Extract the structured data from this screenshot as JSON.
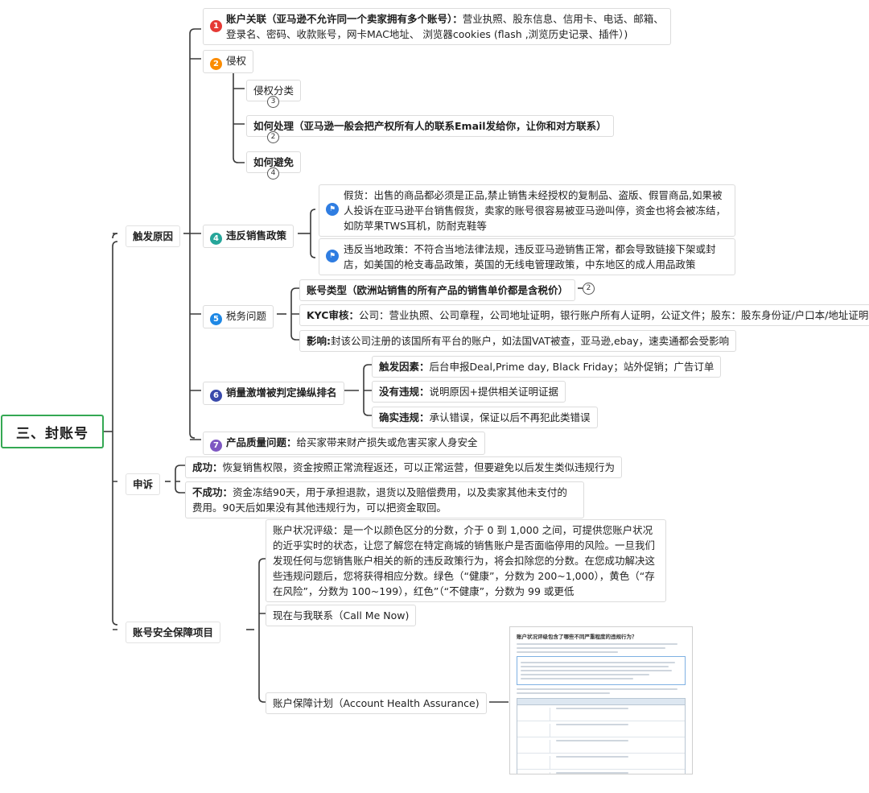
{
  "root": {
    "label": "三、封账号"
  },
  "branches": {
    "trigger": {
      "label": "触发原因"
    },
    "appeal": {
      "label": "申诉"
    },
    "security": {
      "label": "账号安全保障项目"
    }
  },
  "trigger": {
    "n1": {
      "num": "1",
      "color": "#e53935",
      "lead": "账户关联（亚马逊不允许同一个卖家拥有多个账号）：",
      "rest": "营业执照、股东信息、信用卡、电话、邮箱、登录名、密码、收款账号，",
      "tail": "网卡MAC地址、 浏览器cookies (flash ,浏览历史记录、插件）)"
    },
    "n2": {
      "num": "2",
      "color": "#fb8c00",
      "label": "侵权",
      "children": [
        {
          "label": "侵权分类",
          "badge": "3"
        },
        {
          "label": "如何处理（亚马逊一般会把产权所有人的联系Email发给你，让你和对方联系）",
          "badge": "2"
        },
        {
          "label": "如何避免",
          "badge": "4"
        }
      ]
    },
    "n4": {
      "num": "4",
      "color": "#26a69a",
      "label": "违反销售政策",
      "children": [
        {
          "text": "假货：出售的商品都必须是正品,禁止销售未经授权的复制品、盗版、假冒商品,如果被人投诉在亚马逊平台销售假货，卖家的账号很容易被亚马逊叫停，资金也将会被冻结，如防苹果TWS耳机，防耐克鞋等"
        },
        {
          "text": "违反当地政策：不符合当地法律法规，违反亚马逊销售正常，都会导致链接下架或封店，如美国的枪支毒品政策，英国的无线电管理政策，中东地区的成人用品政策"
        }
      ]
    },
    "n5": {
      "num": "5",
      "color": "#1e88e5",
      "label": "税务问题",
      "children": [
        {
          "lead": "",
          "text": "账号类型（欧洲站销售的所有产品的销售单价都是含税价）",
          "badge": "2"
        },
        {
          "lead": "KYC审核：",
          "text": "公司：营业执照、公司章程，公司地址证明，银行账户所有人证明，公证文件；股东：股东身份证/户口本/地址证明"
        },
        {
          "lead": "影响:",
          "text": "封该公司注册的该国所有平台的账户，如法国VAT被查，亚马逊,ebay，速卖通都会受影响"
        }
      ]
    },
    "n6": {
      "num": "6",
      "color": "#3949ab",
      "label": "销量激增被判定操纵排名",
      "children": [
        {
          "lead": "触发因素：",
          "text": "后台申报Deal,Prime day, Black Friday；站外促销；广告订单"
        },
        {
          "lead": "没有违规：",
          "text": "说明原因+提供相关证明证据"
        },
        {
          "lead": "确实违规：",
          "text": "承认错误，保证以后不再犯此类错误"
        }
      ]
    },
    "n7": {
      "num": "7",
      "color": "#7e57c2",
      "label": "产品质量问题：",
      "rest": "给买家带来财产损失或危害买家人身安全"
    }
  },
  "appeal": {
    "success": {
      "lead": "成功：",
      "text": "恢复销售权限，资金按照正常流程返还，可以正常运营，但要避免以后发生类似违规行为"
    },
    "fail": {
      "lead": "不成功：",
      "text": "资金冻结90天，用于承担退款，退货以及赔偿费用，以及卖家其他未支付的费用。90天后如果没有其他违规行为，可以把资金取回。"
    }
  },
  "security": {
    "rating": {
      "text": "账户状况评级：是一个以颜色区分的分数，介于 0 到 1,000 之间，可提供您账户状况的近乎实时的状态，让您了解您在特定商城的销售账户是否面临停用的风险。一旦我们发现任何与您销售账户相关的新的违反政策行为，将会扣除您的分数。在您成功解决这些违规问题后，您将获得相应分数。绿色（“健康”，分数为 200~1,000），黄色（“存在风险”，分数为 100~199），红色”（“不健康”，分数为 99 或更低"
    },
    "callme": {
      "text": "现在与我联系（Call Me Now)"
    },
    "aha": {
      "text": "账户保障计划（Account Health Assurance)"
    },
    "thumb": {
      "title": "账户状况评级包含了哪些不同严重程度的违规行为？"
    }
  },
  "colors": {
    "root_border": "#34a853",
    "line": "#3a3a3a"
  }
}
